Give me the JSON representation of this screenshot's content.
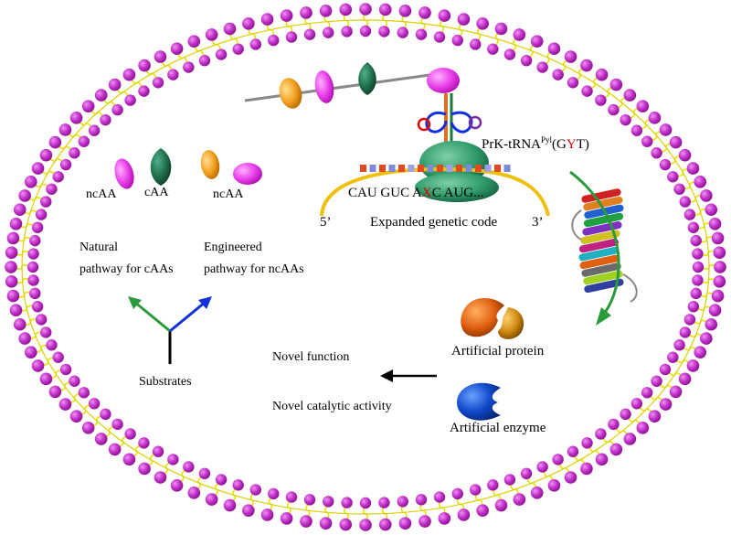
{
  "colors": {
    "lipid_head": "#b020b8",
    "lipid_head_highlight": "#e070e8",
    "lipid_tail": "#e8e000",
    "membrane_backbone": "#d9d000",
    "ncaa_pink": "#e83ee8",
    "caa_green": "#1f6e4a",
    "ncaa_orange": "#f2a020",
    "natural_arrow": "#2a9a3a",
    "engineered_arrow": "#1030e0",
    "codon_red": "#e00000",
    "mrna_yellow": "#f0c010",
    "ribosome_green": "#2f9a6a",
    "enzyme_blue": "#1048c8",
    "protein_orange": "#e06010"
  },
  "labels": {
    "ncaa_left": "ncAA",
    "caa": "cAA",
    "ncaa_right": "ncAA",
    "natural_line1": "Natural",
    "natural_line2": "pathway for cAAs",
    "engineered_line1": "Engineered",
    "engineered_line2": "pathway for ncAAs",
    "substrates": "Substrates",
    "trna_prefix": "PrK-tRNA",
    "trna_superscript": "Pyl",
    "trna_anticodon_open": "(G",
    "trna_anticodon_y": "Y",
    "trna_anticodon_close": "T)",
    "codon_part1": "CAU GUC A",
    "codon_x": "X",
    "codon_part2": "C AUG...",
    "five_prime": "5’",
    "three_prime": "3’",
    "expanded_code": "Expanded genetic code",
    "artificial_protein": "Artificial protein",
    "novel_function": "Novel function",
    "novel_catalytic": "Novel catalytic activity",
    "artificial_enzyme": "Artificial enzyme"
  }
}
